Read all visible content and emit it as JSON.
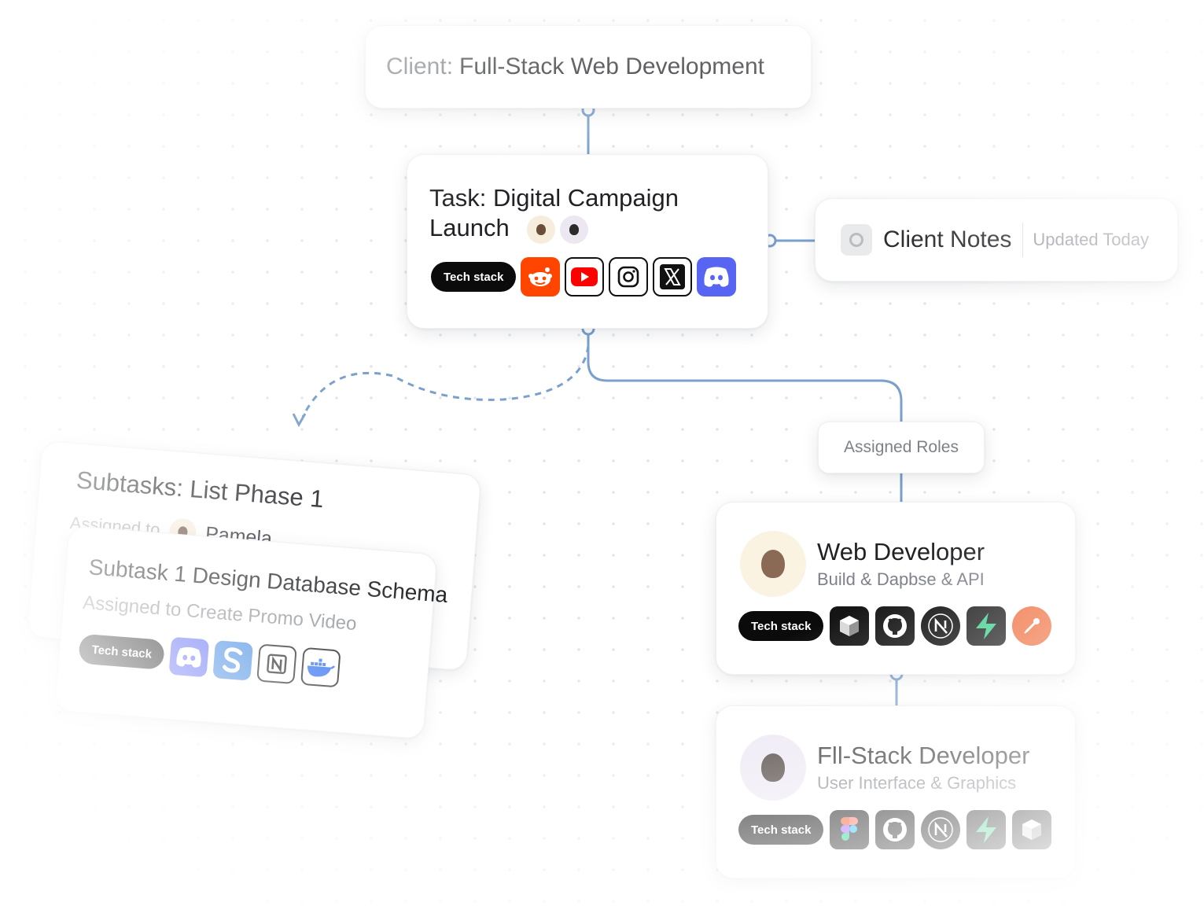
{
  "client": {
    "label": "Client:",
    "value": "Full-Stack Web Development"
  },
  "task": {
    "title": "Task: Digital Campaign Launch",
    "tech_label": "Tech stack",
    "icons": [
      "reddit-icon",
      "youtube-icon",
      "instagram-icon",
      "x-icon",
      "discord-icon"
    ]
  },
  "notes": {
    "title": "Client Notes",
    "updated": "Updated  Today"
  },
  "roles": {
    "label": "Assigned Roles"
  },
  "web_dev": {
    "name": "Web Developer",
    "subtitle": "Build & Dapbse & API",
    "tech_label": "Tech stack",
    "icons": [
      "cube-icon",
      "github-icon",
      "nextjs-icon",
      "supabase-icon",
      "postman-icon"
    ]
  },
  "full_dev": {
    "name": "Fll-Stack Developer",
    "subtitle": "User Interface & Graphics",
    "tech_label": "Tech stack",
    "icons": [
      "figma-icon",
      "github-icon",
      "nextjs-icon",
      "supabase-icon",
      "cube-icon"
    ]
  },
  "subtasks": {
    "title": "Subtasks: List Phase 1",
    "assigned_label": "Assigned to",
    "assignee": "Pamela"
  },
  "subtask1": {
    "title": "Subtask 1 Design Database Schema",
    "assigned": "Assigned to Create Promo Video",
    "tech_label": "Tech stack",
    "icons": [
      "discord-icon",
      "stackbit-icon",
      "notion-icon",
      "docker-icon"
    ]
  },
  "colors": {
    "connector": "#7aa0cc",
    "pill": "#0b0b0b"
  }
}
